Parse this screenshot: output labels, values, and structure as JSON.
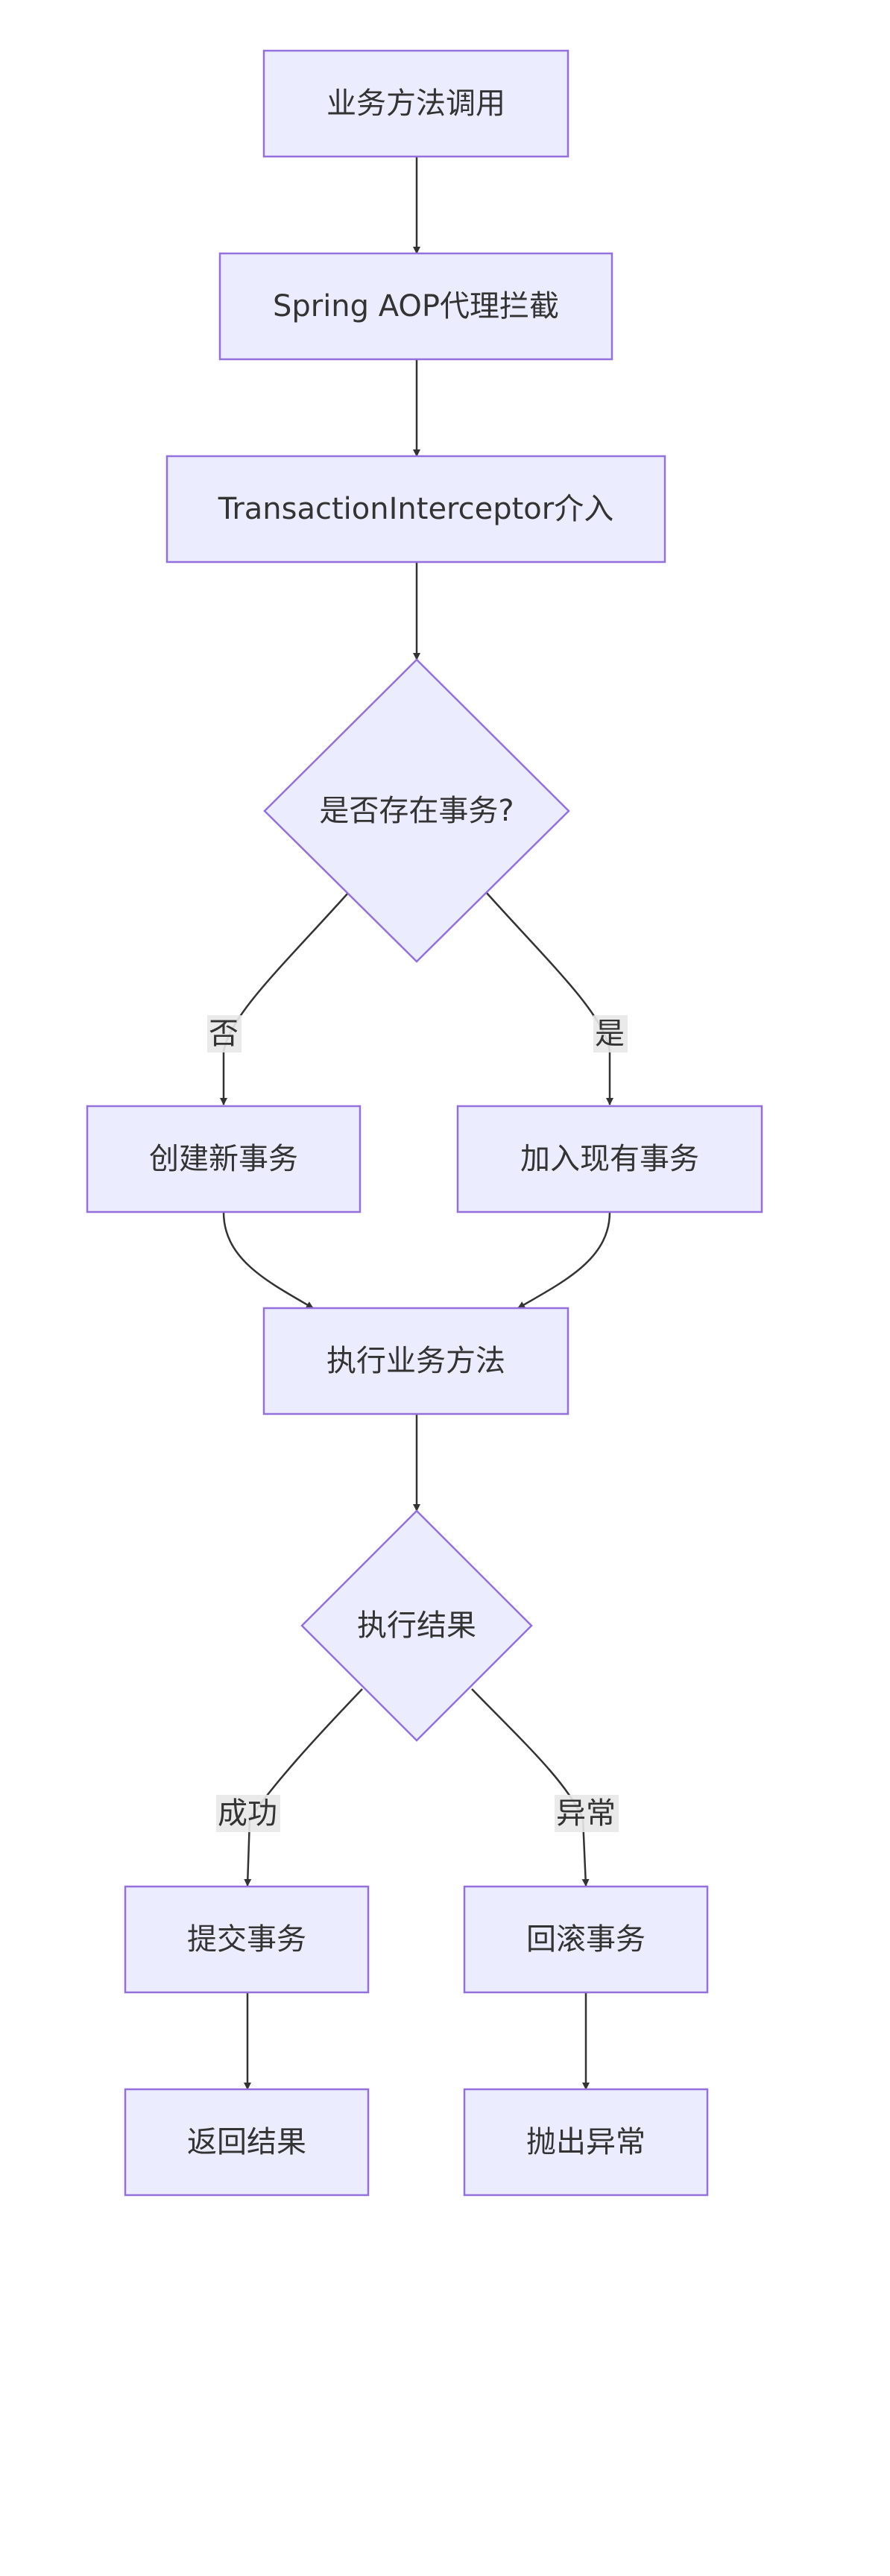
{
  "nodes": {
    "call": "业务方法调用",
    "aop": "Spring AOP代理拦截",
    "interceptor": "TransactionInterceptor介入",
    "exists": "是否存在事务?",
    "new_tx": "创建新事务",
    "join_tx": "加入现有事务",
    "exec": "执行业务方法",
    "result": "执行结果",
    "commit": "提交事务",
    "rollback": "回滚事务",
    "return": "返回结果",
    "throw": "抛出异常"
  },
  "edges": {
    "no": "否",
    "yes": "是",
    "success": "成功",
    "error": "异常"
  },
  "colors": {
    "node_fill": "#ececff",
    "node_stroke": "#9370db",
    "line": "#333333",
    "label_bg": "#e8e8e8"
  }
}
